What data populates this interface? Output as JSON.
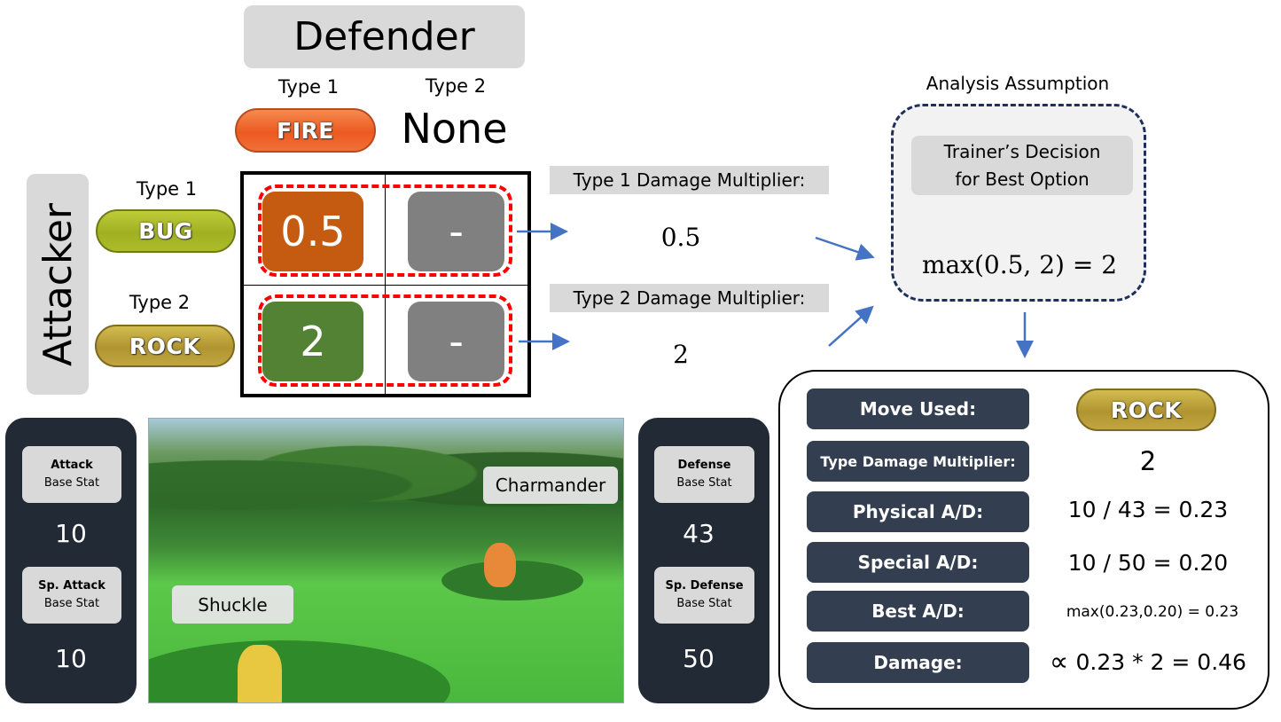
{
  "defender": {
    "title": "Defender",
    "type1_label": "Type 1",
    "type2_label": "Type 2",
    "type1": "FIRE",
    "type2": "None"
  },
  "attacker": {
    "title": "Attacker",
    "type1_label": "Type 1",
    "type2_label": "Type 2",
    "type1": "BUG",
    "type2": "ROCK"
  },
  "matrix": {
    "r1c1": "0.5",
    "r1c2": "-",
    "r2c1": "2",
    "r2c2": "-"
  },
  "multipliers": {
    "type1_label": "Type 1 Damage Multiplier:",
    "type1_value": "0.5",
    "type2_label": "Type 2 Damage Multiplier:",
    "type2_value": "2"
  },
  "assumption": {
    "title": "Analysis Assumption",
    "decision": "Trainer’s Decision for Best Option",
    "formula": "max(0.5, 2) = 2"
  },
  "attacker_stats": {
    "attack_label": "Attack",
    "attack_sub": "Base Stat",
    "attack": "10",
    "spattack_label": "Sp. Attack",
    "spattack_sub": "Base Stat",
    "spattack": "10"
  },
  "defender_stats": {
    "defense_label": "Defense",
    "defense_sub": "Base Stat",
    "defense": "43",
    "spdefense_label": "Sp. Defense",
    "spdefense_sub": "Base Stat",
    "spdefense": "50"
  },
  "scene": {
    "defender_name": "Charmander",
    "attacker_name": "Shuckle"
  },
  "result": {
    "rows": [
      {
        "label": "Move Used:",
        "value": "ROCK"
      },
      {
        "label": "Type Damage Multiplier:",
        "value": "2"
      },
      {
        "label": "Physical A/D:",
        "value": "10 / 43 = 0.23"
      },
      {
        "label": "Special A/D:",
        "value": "10 / 50 = 0.20"
      },
      {
        "label": "Best A/D:",
        "value": "max(0.23,0.20) = 0.23"
      },
      {
        "label": "Damage:",
        "symbol": "∝",
        "value": "0.23 * 2 = 0.46"
      }
    ]
  },
  "colors": {
    "not_very_effective": "#c55a11",
    "super_effective": "#548235",
    "none": "#808080",
    "panel": "#222a35",
    "label": "#333f50",
    "arrow": "#4472c4"
  }
}
